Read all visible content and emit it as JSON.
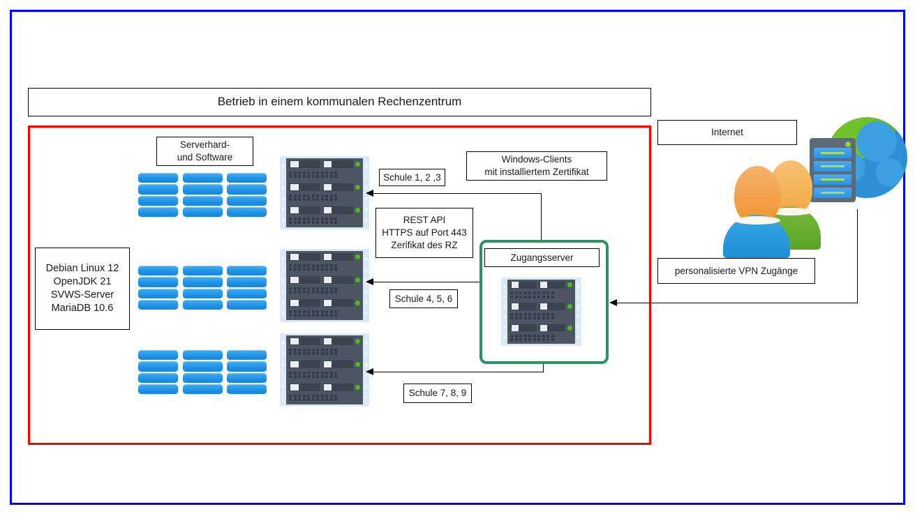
{
  "diagram": {
    "title": "Betrieb in einem kommunalen Rechenzentrum",
    "frames": {
      "outer_color": "#0000ff",
      "datacenter_color": "#ff0000",
      "access_server_color": "#2e9163"
    },
    "boxes": {
      "server_hardware_software": "Serverhard-\nund Software",
      "software_stack": "Debian Linux 12\nOpenJDK 21\nSVWS-Server\nMariaDB 10.6",
      "rest_api": "REST API\nHTTPS auf Port 443\nZerifikat des RZ",
      "windows_clients": "Windows-Clients\nmit installiertem Zertifikat",
      "internet": "Internet",
      "vpn": "personalisierte VPN Zugänge",
      "access_server": "Zugangsserver"
    },
    "school_labels": [
      "Schule 1, 2 ,3",
      "Schule 4, 5, 6",
      "Schule 7, 8, 9"
    ],
    "icons": {
      "database_stack": "database-icon",
      "server_rack": "server-rack-icon",
      "users": "users-icon",
      "globe_server": "globe-server-icon"
    }
  }
}
